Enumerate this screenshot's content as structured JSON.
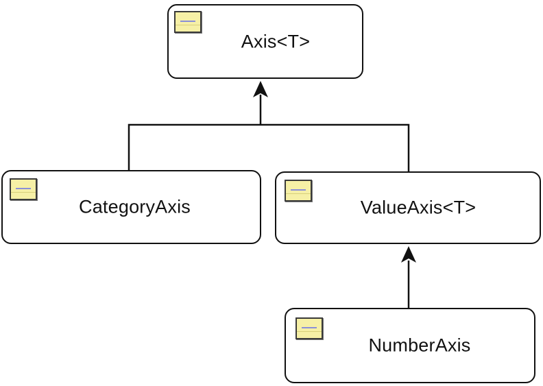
{
  "diagram": {
    "nodes": [
      {
        "id": "axis",
        "label": "Axis<T>",
        "icon": "class-icon"
      },
      {
        "id": "category",
        "label": "CategoryAxis",
        "icon": "class-icon"
      },
      {
        "id": "value",
        "label": "ValueAxis<T>",
        "icon": "class-icon"
      },
      {
        "id": "number",
        "label": "NumberAxis",
        "icon": "class-icon"
      }
    ],
    "edges": [
      {
        "from": "category",
        "to": "axis",
        "type": "inheritance"
      },
      {
        "from": "value",
        "to": "axis",
        "type": "inheritance"
      },
      {
        "from": "number",
        "to": "value",
        "type": "inheritance"
      }
    ],
    "colors": {
      "stroke": "#111111",
      "icon_fill": "#f6f0a6",
      "icon_border": "#3a3a3a",
      "icon_line": "#8a8fd8"
    }
  }
}
